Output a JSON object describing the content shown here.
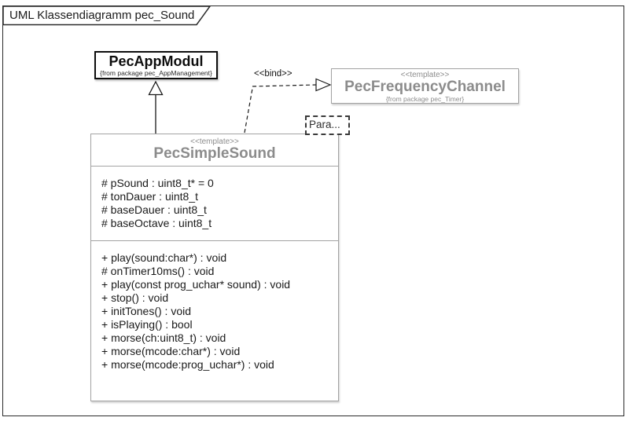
{
  "frame": {
    "title": "UML Klassendiagramm pec_Sound"
  },
  "colors": {
    "muted_gray": "#8c8c8c",
    "border_gray": "#a3a3a3",
    "frame_border": "#2a2a2a",
    "text_black": "#1a1a1a"
  },
  "classes": {
    "pec_app_modul": {
      "name": "PecAppModul",
      "origin": "{from package pec_AppManagement}"
    },
    "pec_frequency_channel": {
      "stereotype": "<<template>>",
      "name": "PecFrequencyChannel",
      "origin": "{from package pec_Timer}"
    },
    "pec_simple_sound": {
      "stereotype": "<<template>>",
      "name": "PecSimpleSound",
      "template_param_label": "Para...",
      "attributes": [
        "# pSound : uint8_t* = 0",
        "# tonDauer : uint8_t",
        "# baseDauer : uint8_t",
        "# baseOctave : uint8_t"
      ],
      "methods": [
        "+ play(sound:char*) : void",
        "# onTimer10ms() : void",
        "+ play(const prog_uchar* sound) : void",
        "+ stop() : void",
        "+ initTones() : void",
        "+ isPlaying() : bool",
        "+ morse(ch:uint8_t) : void",
        "+ morse(mcode:char*) : void",
        "+ morse(mcode:prog_uchar*) : void"
      ]
    }
  },
  "connectors": {
    "bind_label": "<<bind>>"
  }
}
